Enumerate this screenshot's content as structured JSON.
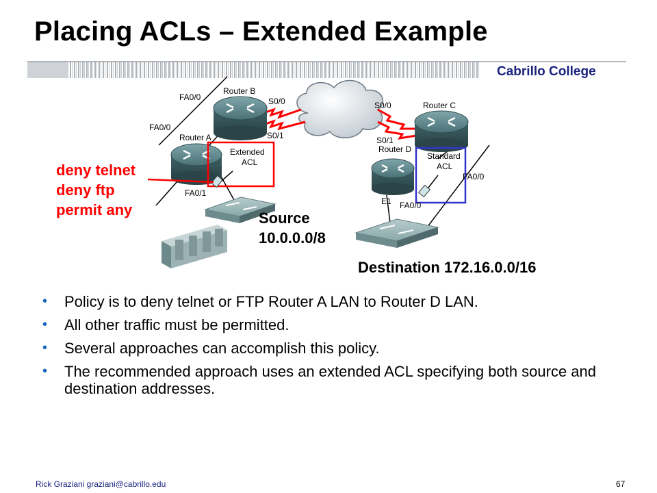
{
  "slide": {
    "title": "Placing ACLs – Extended Example",
    "brand": "Cabrillo College"
  },
  "diagram": {
    "router_b": "Router B",
    "router_a": "Router A",
    "router_c": "Router C",
    "router_d": "Router D",
    "label_fa00_b": "FA0/0",
    "label_fa00_a": "FA0/0",
    "label_s00_b": "S0/0",
    "label_s01_b": "S0/1",
    "label_s00_c": "S0/0",
    "label_s01_c": "S0/1",
    "label_fa01_a": "FA0/1",
    "label_fa00_c": "FA0/0",
    "label_e1_d": "E1",
    "label_fa00_d": "FA0/0",
    "extended_acl_1": "Extended",
    "extended_acl_2": "ACL",
    "standard_acl_1": "Standard",
    "standard_acl_2": "ACL",
    "acl_rules": [
      "deny telnet",
      "deny ftp",
      "permit any"
    ],
    "source_1": "Source",
    "source_2": "10.0.0.0/8",
    "destination": "Destination 172.16.0.0/16",
    "colors": {
      "extended_box": "#ff0000",
      "standard_box": "#3333cc",
      "router": "#4f7a7e",
      "serial_link": "#ff0000"
    }
  },
  "bullets": [
    "Policy is to deny telnet or FTP Router A LAN to Router D LAN.",
    "All other traffic must be permitted.",
    "Several approaches can accomplish this policy.",
    "The recommended approach uses an extended ACL specifying both source and destination addresses."
  ],
  "footer": {
    "author": "Rick Graziani  graziani@cabrillo.edu",
    "page_number": "67"
  }
}
